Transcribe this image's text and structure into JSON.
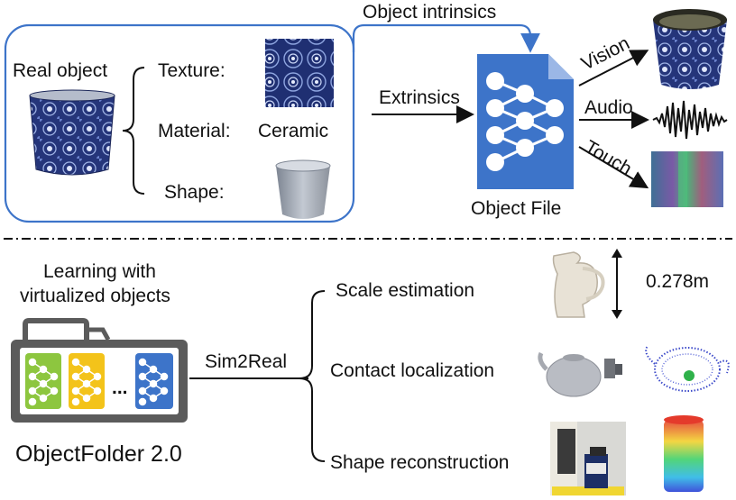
{
  "top_panel": {
    "real_object_label": "Real object",
    "texture_label": "Texture:",
    "material_label": "Material:",
    "material_value": "Ceramic",
    "shape_label": "Shape:",
    "object_intrinsics_label": "Object intrinsics",
    "extrinsics_label": "Extrinsics",
    "object_file_label": "Object File",
    "outputs": [
      "Vision",
      "Audio",
      "Touch"
    ]
  },
  "bottom_panel": {
    "learning_label_line1": "Learning with",
    "learning_label_line2": "virtualized objects",
    "folder_ellipsis": "...",
    "dataset_label": "ObjectFolder 2.0",
    "sim2real_label": "Sim2Real",
    "tasks": [
      "Scale estimation",
      "Contact localization",
      "Shape reconstruction"
    ],
    "scale_value": "0.278m"
  },
  "colors": {
    "accent_blue": "#3d74c9",
    "folder_green": "#8dc63f",
    "folder_yellow": "#f3c31a",
    "folder_blue": "#3d74c9",
    "folder_gray": "#5b5b5b",
    "pot_blue": "#2b3f8c"
  }
}
